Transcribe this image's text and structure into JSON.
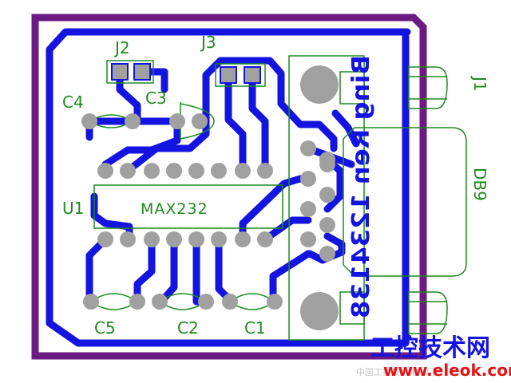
{
  "board": {
    "outline_color": "#6a1a80",
    "trace_color": "#1414e0",
    "silk_color": "#1f8a1f",
    "pad_color": "#a0a0a0",
    "label_color": "#1f8a1f"
  },
  "labels": {
    "j2": "J2",
    "j3": "J3",
    "c4": "C4",
    "c3": "C3",
    "u1": "U1",
    "chip": "MAX232",
    "c5": "C5",
    "c2": "C2",
    "c1": "C1",
    "j1": "J1",
    "db9": "DB9",
    "mirrored_text": "Bing Ren 1234138"
  },
  "watermark": {
    "brand": "工控技术网",
    "url": "www.eleok.com",
    "caption": "中国工控技术第一门户"
  }
}
